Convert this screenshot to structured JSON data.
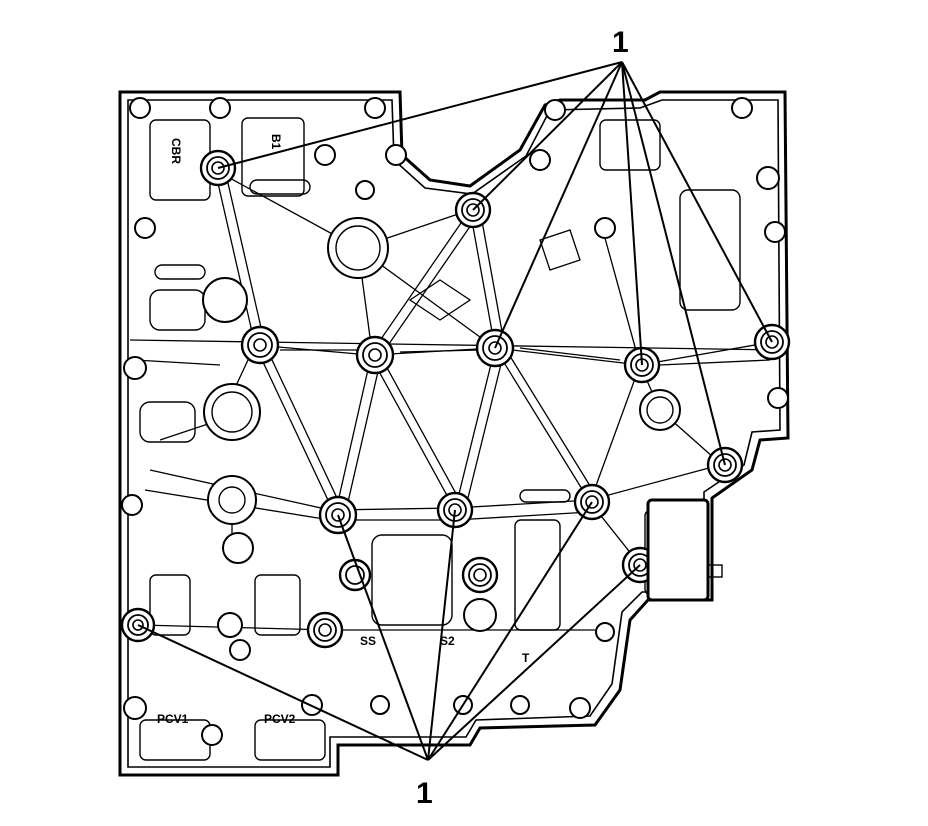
{
  "callouts": {
    "top_label": "1",
    "bottom_label": "1"
  },
  "component_labels": {
    "cbr": "CBR",
    "b1": "B1",
    "pcv1": "PCV1",
    "pcv2": "PCV2",
    "ss": "SS",
    "s2": "S2",
    "t": "T"
  },
  "colors": {
    "line": "#000000",
    "background": "#ffffff"
  }
}
